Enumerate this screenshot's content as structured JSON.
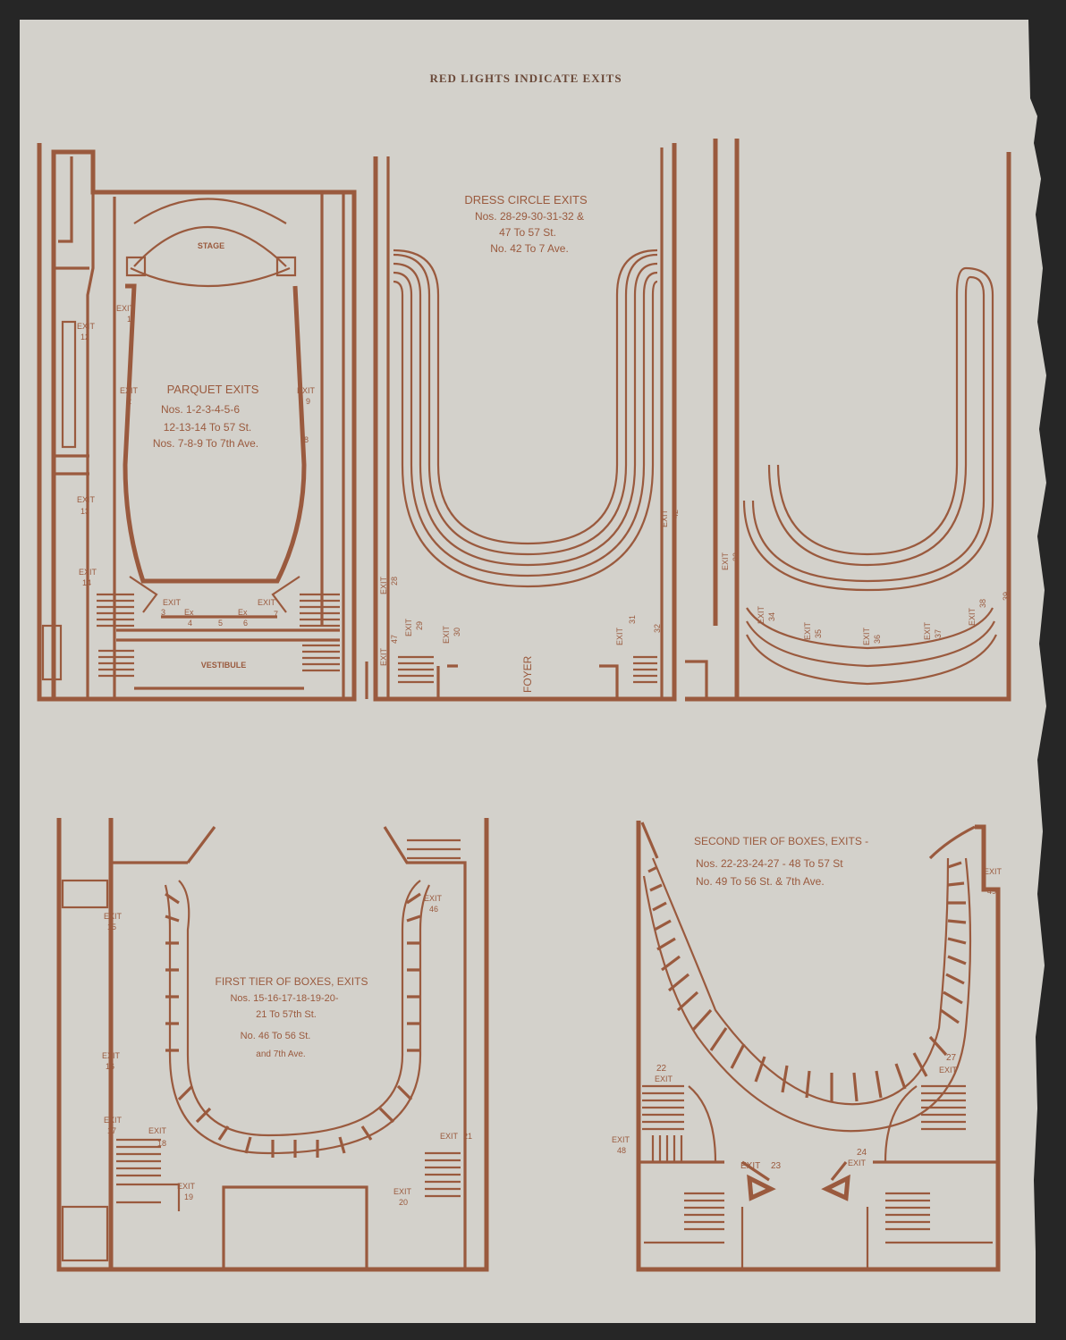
{
  "header": "RED LIGHTS INDICATE EXITS",
  "parquet": {
    "title": "PARQUET EXITS",
    "line1": "Nos. 1-2-3-4-5-6",
    "line2": "12-13-14 To 57 St.",
    "line3": "Nos. 7-8-9 To 7th Ave.",
    "stage": "STAGE",
    "vestibule": "VESTIBULE",
    "exit_word": "EXIT",
    "ex_word": "Ex",
    "exits": [
      "1",
      "2",
      "3",
      "4",
      "5",
      "6",
      "7",
      "8",
      "9",
      "12",
      "13",
      "14"
    ]
  },
  "dress_circle": {
    "title": "DRESS CIRCLE EXITS",
    "line1": "Nos. 28-29-30-31-32 &",
    "line2": "47 To 57 St.",
    "line3": "No. 42 To 7 Ave.",
    "foyer": "FOYER",
    "exit_word": "EXIT",
    "exits": [
      "28",
      "29",
      "30",
      "31",
      "32",
      "33",
      "34",
      "35",
      "36",
      "37",
      "38",
      "39",
      "42",
      "47"
    ]
  },
  "first_tier": {
    "title": "FIRST TIER OF BOXES, EXITS",
    "line1": "Nos. 15-16-17-18-19-20-",
    "line2": "21 To 57th St.",
    "line3": "No. 46 To 56 St.",
    "line4": "and 7th Ave.",
    "exit_word": "EXIT",
    "exits": [
      "15",
      "16",
      "17",
      "18",
      "19",
      "20",
      "21",
      "46"
    ]
  },
  "second_tier": {
    "title": "SECOND TIER OF BOXES, EXITS -",
    "line1": "Nos. 22-23-24-27 - 48 To 57 St",
    "line2": "No. 49 To 56 St. & 7th Ave.",
    "exit_word": "EXIT",
    "exits": [
      "22",
      "23",
      "24",
      "27",
      "48",
      "49"
    ]
  }
}
